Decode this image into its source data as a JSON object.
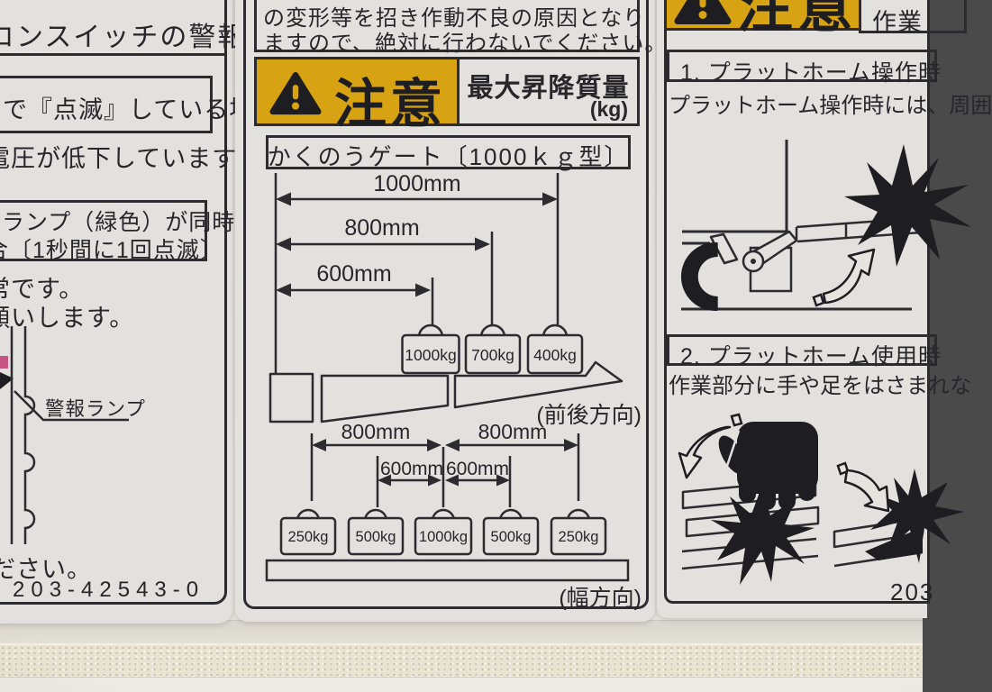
{
  "colors": {
    "caution_yellow": "#d8a312",
    "ink": "#26262b",
    "label_bg": "#e2e1de",
    "wall": "#e5e2dc"
  },
  "left_panel": {
    "header": "コンスイッチの警報",
    "blink_case_box": "で『点滅』している場合",
    "voltage_line": "電圧が低下しています。",
    "lamp_box_line1": "ランプ（緑色）が同時に",
    "lamp_box_line2": "合〔1秒間に1回点滅〕",
    "abnormal_line": "常です。",
    "request_line": "願いします。",
    "warning_lamp_callout": "警報ランプ",
    "kudasai_line": "ださい。",
    "part_number": "203-42543-0"
  },
  "center_panel": {
    "intro_line1": "の変形等を招き作動不良の原因となり",
    "intro_line2": "ますので、絶対に行わないでください。",
    "caution_label": "注意",
    "max_load_title": "最大昇降質量",
    "max_load_unit": "(kg)",
    "gate_type": "かくのうゲート〔1000ｋｇ型〕",
    "longitudinal": {
      "dim_1000": "1000mm",
      "dim_800": "800mm",
      "dim_600": "600mm",
      "weight_1000": "1000kg",
      "weight_700": "700kg",
      "weight_400": "400kg",
      "caption": "(前後方向)"
    },
    "lateral": {
      "dim_800_left": "800mm",
      "dim_800_right": "800mm",
      "dim_600_left": "600mm",
      "dim_600_right": "600mm",
      "weights": [
        "250kg",
        "500kg",
        "1000kg",
        "500kg",
        "250kg"
      ],
      "caption": "(幅方向)"
    }
  },
  "right_panel": {
    "caution_label": "注意",
    "header_right": "作業",
    "section1_title": "1. プラットホーム操作時",
    "section1_text": "プラットホーム操作時には、周囲",
    "section2_title": "2. プラットホーム使用時",
    "section2_text": "作業部分に手や足をはさまれな",
    "part_number": "203"
  }
}
